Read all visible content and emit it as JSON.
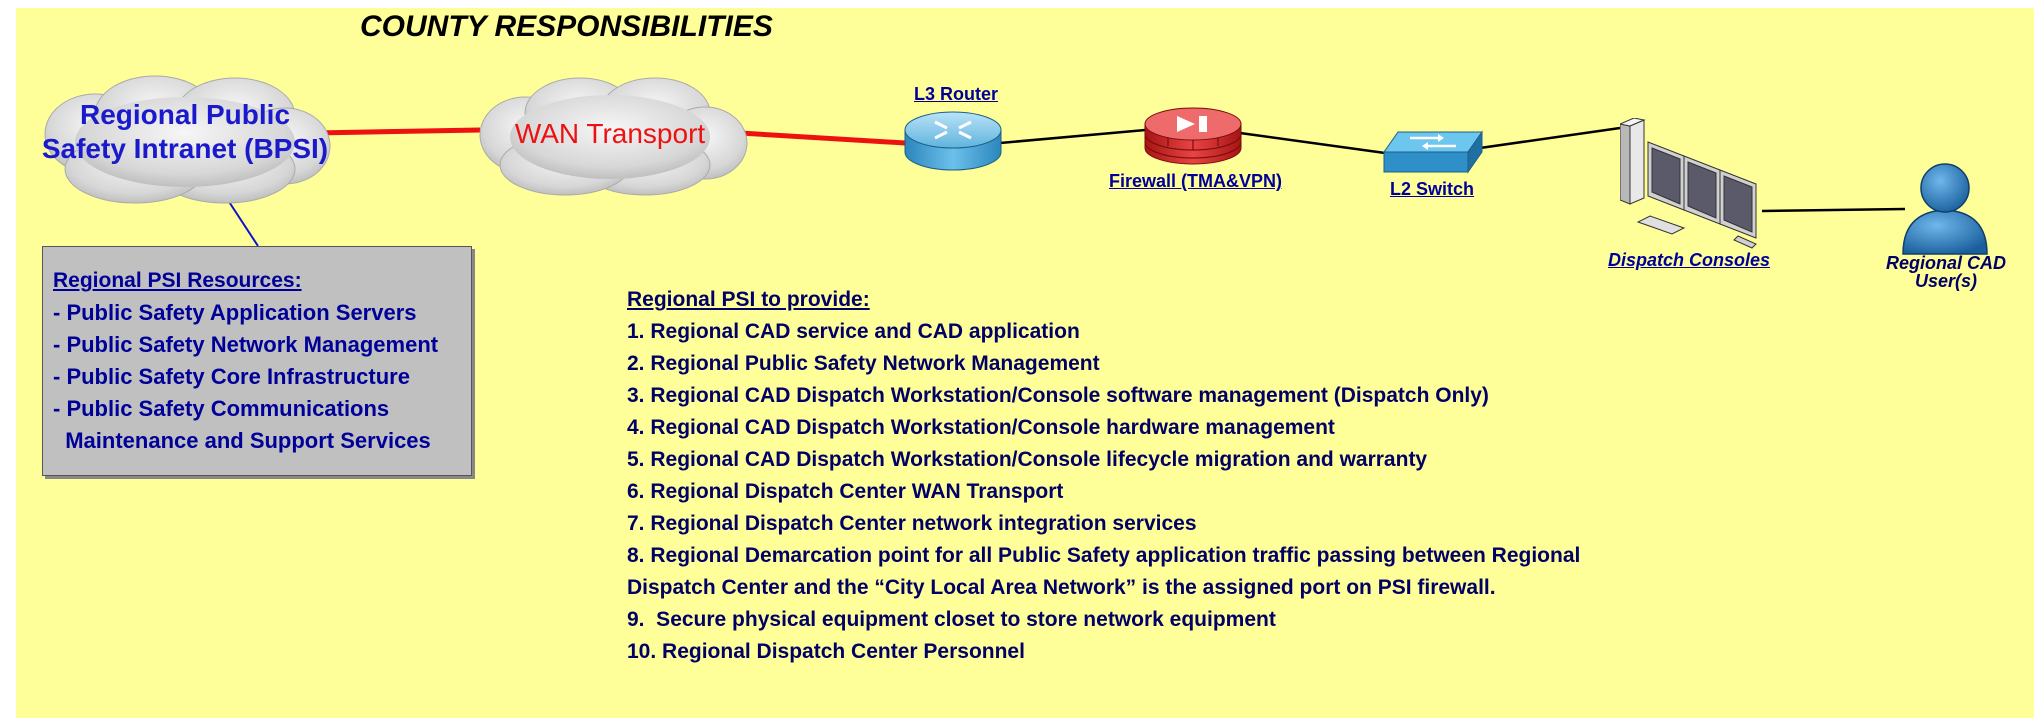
{
  "title": "COUNTY RESPONSIBILITIES",
  "colors": {
    "background": "#ffff99",
    "wan_link": "#ee1111",
    "bpsi_link": "#1111cc",
    "cloud_label_bpsi": "#1a1acc",
    "cloud_label_wan": "#ee1111",
    "text_dark_blue": "#000099"
  },
  "clouds": {
    "bpsi": {
      "line1": "Regional Public",
      "line2": "Safety Intranet (BPSI)"
    },
    "wan": {
      "label": "WAN Transport"
    }
  },
  "devices": {
    "router": {
      "label": "L3 Router",
      "icon": "router-icon"
    },
    "firewall": {
      "label": "Firewall (TMA&VPN)",
      "icon": "firewall-icon"
    },
    "switch": {
      "label": "L2 Switch",
      "icon": "switch-icon"
    },
    "consoles": {
      "label": "Dispatch Consoles",
      "icon": "workstation-icon"
    },
    "user": {
      "line1": "Regional CAD",
      "line2": "User(s)",
      "icon": "user-icon"
    }
  },
  "resources_box": {
    "heading": "Regional PSI Resources:",
    "items": [
      "- Public Safety Application Servers",
      "- Public Safety Network Management",
      "- Public Safety Core Infrastructure",
      "- Public Safety Communications",
      "  Maintenance and Support Services"
    ]
  },
  "provide_list": {
    "heading": "Regional PSI to provide:",
    "items": [
      "1. Regional CAD service and CAD application",
      "2. Regional Public Safety Network Management",
      "3. Regional CAD Dispatch Workstation/Console software management (Dispatch Only)",
      "4. Regional CAD Dispatch Workstation/Console hardware management",
      "5. Regional CAD Dispatch Workstation/Console lifecycle migration and warranty",
      "6. Regional Dispatch Center WAN Transport",
      "7. Regional Dispatch Center network integration services",
      "8. Regional Demarcation point for all Public Safety application traffic passing between Regional",
      "Dispatch Center and the “City Local Area Network” is the assigned port on PSI firewall.",
      "9.  Secure physical equipment closet to store network equipment",
      "10. Regional Dispatch Center Personnel"
    ]
  }
}
